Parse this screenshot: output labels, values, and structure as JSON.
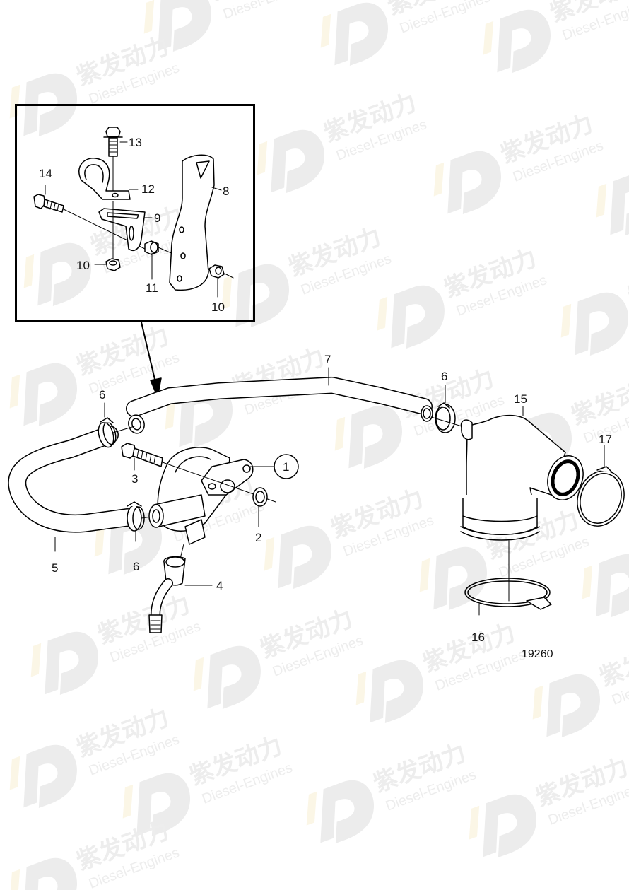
{
  "figure_id": "19260",
  "watermark": {
    "logo_icon": "D-logo-icon",
    "cn_text": "紫发动力",
    "en_text": "Diesel-Engines",
    "colors": {
      "logo": "#ececec",
      "accent": "#fbf6e6"
    }
  },
  "inset": {
    "callouts": [
      {
        "id": "13",
        "part": "flange-bolt"
      },
      {
        "id": "14",
        "part": "bolt"
      },
      {
        "id": "12",
        "part": "hose-clamp-bracket"
      },
      {
        "id": "9",
        "part": "angle-bracket"
      },
      {
        "id": "8",
        "part": "mounting-plate"
      },
      {
        "id": "10",
        "part": "nut",
        "position": "left"
      },
      {
        "id": "11",
        "part": "spacer"
      },
      {
        "id": "10b",
        "label": "10",
        "part": "nut",
        "position": "right"
      }
    ]
  },
  "main": {
    "callouts": [
      {
        "id": "1",
        "part": "oil-trap-housing",
        "circled": true
      },
      {
        "id": "2",
        "part": "o-ring"
      },
      {
        "id": "3",
        "part": "bolt"
      },
      {
        "id": "4",
        "part": "hose-connector"
      },
      {
        "id": "5",
        "part": "u-hose"
      },
      {
        "id": "6a",
        "label": "6",
        "part": "hose-clamp",
        "position": "upper-left"
      },
      {
        "id": "6b",
        "label": "6",
        "part": "hose-clamp",
        "position": "lower-left"
      },
      {
        "id": "6c",
        "label": "6",
        "part": "hose-clamp",
        "position": "right"
      },
      {
        "id": "7",
        "part": "crankcase-vent-hose"
      },
      {
        "id": "15",
        "part": "elbow-housing"
      },
      {
        "id": "16",
        "part": "large-hose-clamp"
      },
      {
        "id": "17",
        "part": "hose-clamp"
      }
    ]
  },
  "labels": {
    "l1": "1",
    "l2": "2",
    "l3": "3",
    "l4": "4",
    "l5": "5",
    "l6a": "6",
    "l6b": "6",
    "l6c": "6",
    "l7": "7",
    "l8": "8",
    "l9": "9",
    "l10a": "10",
    "l10b": "10",
    "l11": "11",
    "l12": "12",
    "l13": "13",
    "l14": "14",
    "l15": "15",
    "l16": "16",
    "l17": "17"
  }
}
